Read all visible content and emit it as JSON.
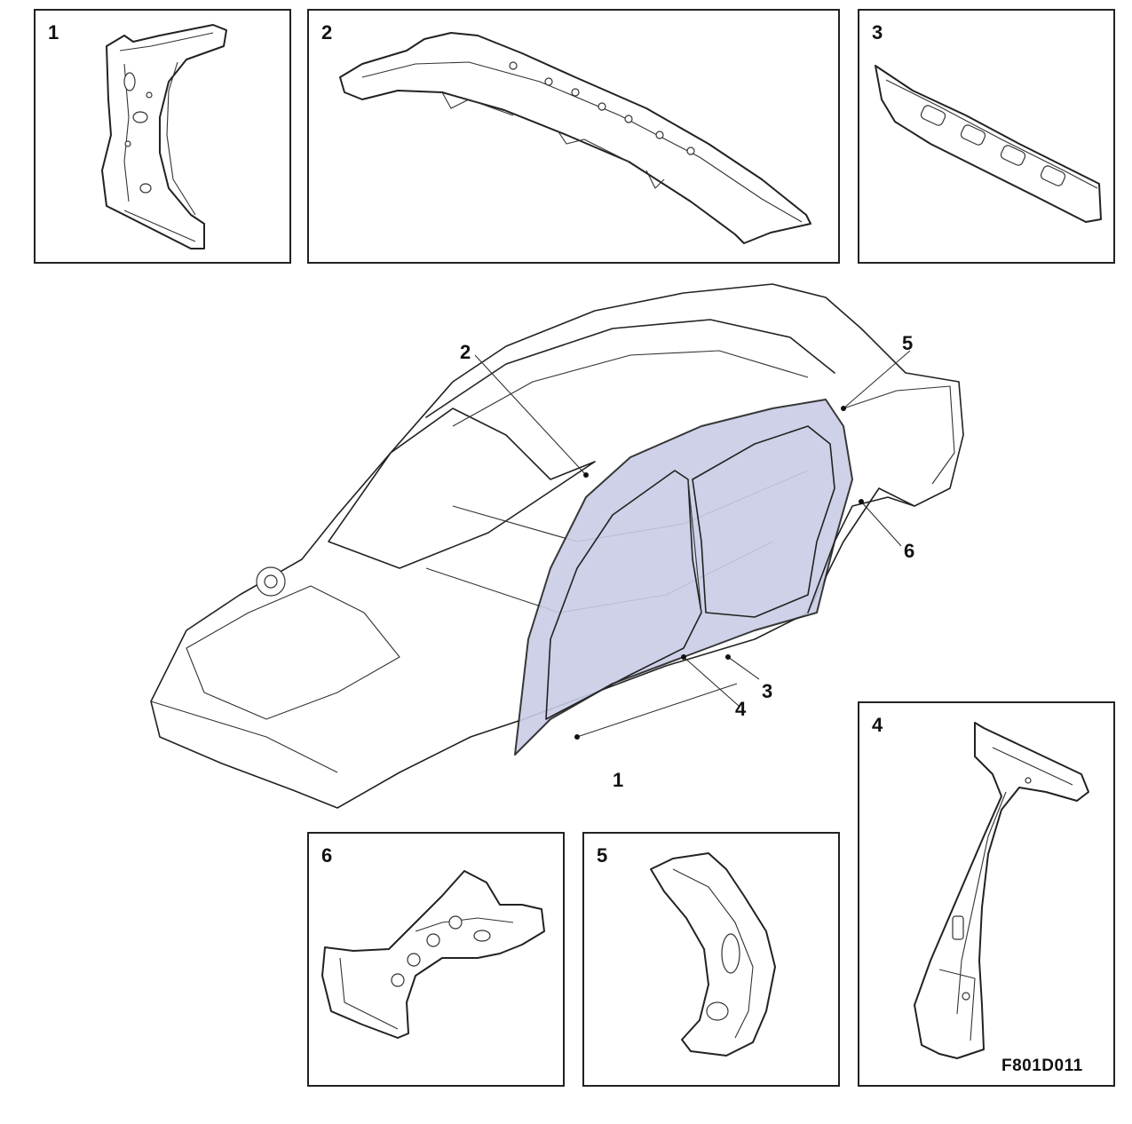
{
  "panels": [
    {
      "id": "1",
      "label": "1"
    },
    {
      "id": "2",
      "label": "2"
    },
    {
      "id": "3",
      "label": "3"
    },
    {
      "id": "4",
      "label": "4"
    },
    {
      "id": "5",
      "label": "5"
    },
    {
      "id": "6",
      "label": "6"
    }
  ],
  "callouts": {
    "c1": "1",
    "c2": "2",
    "c3": "3",
    "c4": "4",
    "c5": "5",
    "c6": "6"
  },
  "figure_code": "F801D011",
  "highlight_color": "#c9cde6",
  "line_color": "#222222"
}
